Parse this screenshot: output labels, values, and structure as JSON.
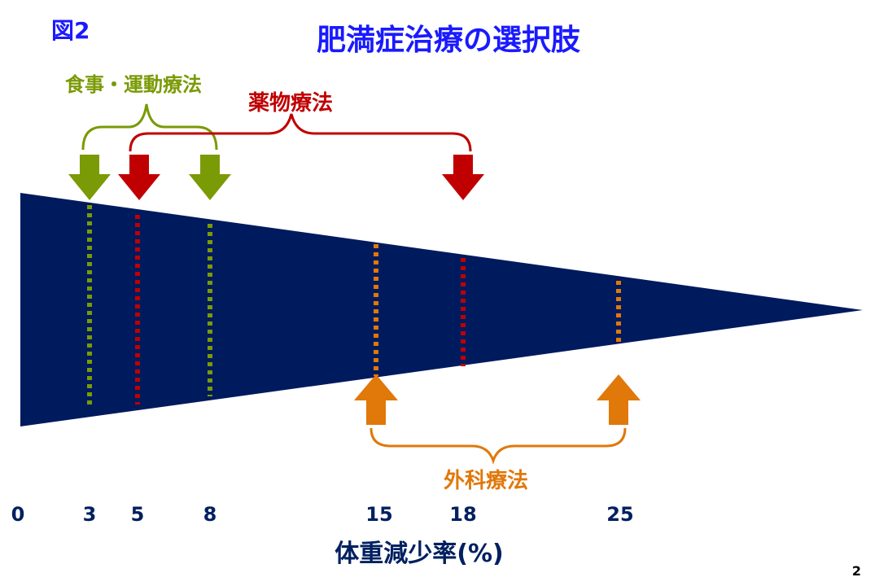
{
  "figure_label": "図2",
  "title": "肥満症治療の選択肢",
  "therapies": {
    "diet_exercise": {
      "label": "食事・運動療法",
      "range": [
        3,
        8
      ],
      "color": "#7a9a06"
    },
    "drug": {
      "label": "薬物療法",
      "range": [
        5,
        18
      ],
      "color": "#c00000"
    },
    "surgery": {
      "label": "外科療法",
      "range": [
        15,
        25
      ],
      "color": "#e0780a"
    }
  },
  "chart_data": {
    "type": "diagram",
    "title": "肥満症治療の選択肢",
    "xlabel": "体重減少率(%)",
    "ticks": [
      "0",
      "3",
      "5",
      "8",
      "15",
      "18",
      "25"
    ],
    "markers": [
      {
        "value": 3,
        "therapy": "食事・運動療法",
        "side": "top"
      },
      {
        "value": 5,
        "therapy": "薬物療法",
        "side": "top"
      },
      {
        "value": 8,
        "therapy": "食事・運動療法",
        "side": "top"
      },
      {
        "value": 15,
        "therapy": "外科療法",
        "side": "bottom"
      },
      {
        "value": 18,
        "therapy": "薬物療法",
        "side": "top"
      },
      {
        "value": 25,
        "therapy": "外科療法",
        "side": "bottom"
      }
    ]
  },
  "colors": {
    "wedge": "#001a5e",
    "title": "#1a1aff",
    "axis_text": "#002060"
  },
  "page_number": "2"
}
